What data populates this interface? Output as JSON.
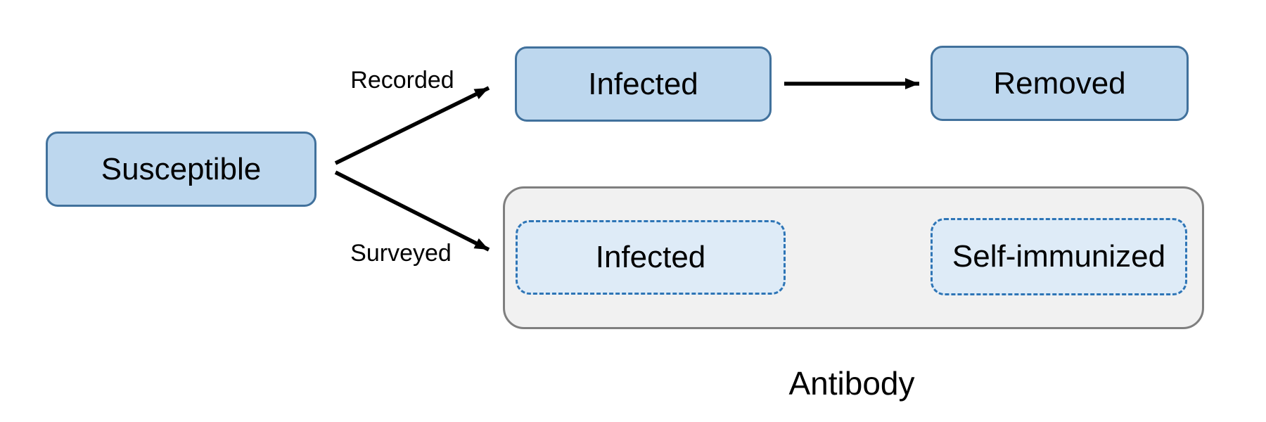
{
  "diagram": {
    "title_hint": "compartmental infection model",
    "nodes": {
      "susceptible": {
        "label": "Susceptible"
      },
      "infected_recorded": {
        "label": "Infected"
      },
      "removed": {
        "label": "Removed"
      },
      "infected_surveyed": {
        "label": "Infected"
      },
      "self_immunized": {
        "label": "Self-immunized"
      }
    },
    "edge_labels": {
      "recorded": "Recorded",
      "surveyed": "Surveyed"
    },
    "group": {
      "label": "Antibody"
    },
    "colors": {
      "background": "#FFFFFF",
      "node_fill": "#BDD7EE",
      "node_border": "#41719C",
      "dashed_node_fill": "#DEEBF7",
      "dashed_node_border": "#2E75B6",
      "group_fill": "#F1F1F1",
      "group_border": "#7F7F7F",
      "arrow": "#000000",
      "text": "#000000"
    }
  }
}
